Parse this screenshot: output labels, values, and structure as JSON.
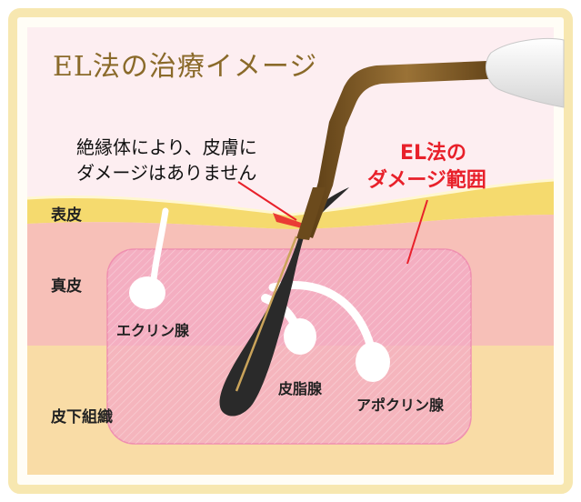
{
  "title": "EL法の治療イメージ",
  "insulation_note": {
    "line1": "絶縁体により、皮膚に",
    "line2": "ダメージはありません"
  },
  "damage_label": {
    "line1": "EL法の",
    "line2": "ダメージ範囲"
  },
  "layers": {
    "epidermis": "表皮",
    "dermis": "真皮",
    "subcutaneous": "皮下組織"
  },
  "glands": {
    "eccrine": "エクリン腺",
    "sebaceous": "皮脂腺",
    "apocrine": "アポクリン腺"
  },
  "colors": {
    "frame_glow": "#f7e7b0",
    "background": "#fdeef1",
    "epidermis": "#f5da6e",
    "dermis": "#f7c0b8",
    "subcutaneous": "#f9dca6",
    "damage_zone": "#f3a8c4",
    "hair": "#2a2a2a",
    "probe": "#7d5a2a",
    "title": "#8a6a2a",
    "red_text": "#e8202a"
  }
}
